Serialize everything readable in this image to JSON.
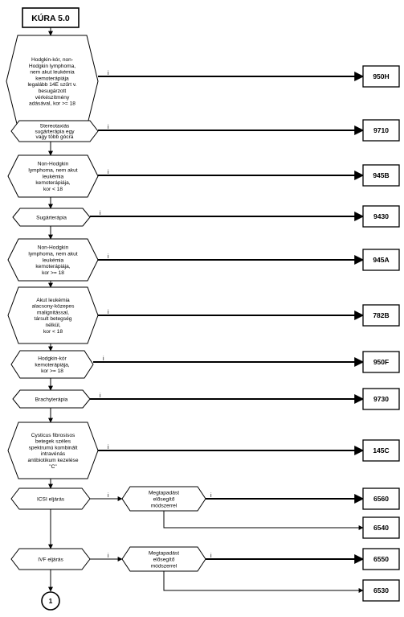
{
  "title": "KÚRA 5.0",
  "yes_label": "i",
  "connector_label": "1",
  "decisions": [
    {
      "id": "d1",
      "lines": [
        "Hodgkin-kór, non-",
        "Hodgkin lymphoma,",
        "nem akut leukémia",
        "kemoterápiája",
        "legalább 14E szűrt v.",
        "besugárzott",
        "vérkészítmény",
        "adásával, kor >= 18"
      ]
    },
    {
      "id": "d2",
      "lines": [
        "Stereotaxiás",
        "sugárterápia egy",
        "vagy több gócra"
      ]
    },
    {
      "id": "d3",
      "lines": [
        "Non-Hodgkin",
        "lymphoma, nem akut",
        "leukémia",
        "kemoterápiája,",
        "kor < 18"
      ]
    },
    {
      "id": "d4",
      "lines": [
        "Sugárterápia"
      ]
    },
    {
      "id": "d5",
      "lines": [
        "Non-Hodgkin",
        "lymphoma, nem akut",
        "leukémia",
        "kemoterápiája,",
        "kor >= 18"
      ]
    },
    {
      "id": "d6",
      "lines": [
        "Akut leukémia",
        "alacsony-közepes",
        "malignitással,",
        "társult betegség",
        "nélkül,",
        "kor < 18"
      ]
    },
    {
      "id": "d7",
      "lines": [
        "Hodgkin-kór",
        "kemoterápiája,",
        "kor >= 18"
      ]
    },
    {
      "id": "d8",
      "lines": [
        "Brachyterápia"
      ]
    },
    {
      "id": "d9",
      "lines": [
        "Cysticus fibrosisos",
        "betegek széles",
        "spektrumú kombinált",
        "intravénás",
        "antibiotikum kezelése",
        "\"C\""
      ]
    },
    {
      "id": "d10",
      "lines": [
        "ICSI eljárás"
      ]
    },
    {
      "id": "d11",
      "lines": [
        "IVF eljárás"
      ]
    }
  ],
  "sub_decisions": [
    {
      "id": "s1",
      "lines": [
        "Megtapadást",
        "elősegítő",
        "módszerrel"
      ]
    },
    {
      "id": "s2",
      "lines": [
        "Megtapadást",
        "elősegítő",
        "módszerrel"
      ]
    }
  ],
  "codes": [
    "950H",
    "9710",
    "945B",
    "9430",
    "945A",
    "782B",
    "950F",
    "9730",
    "145C",
    "6560",
    "6540",
    "6550",
    "6530"
  ]
}
